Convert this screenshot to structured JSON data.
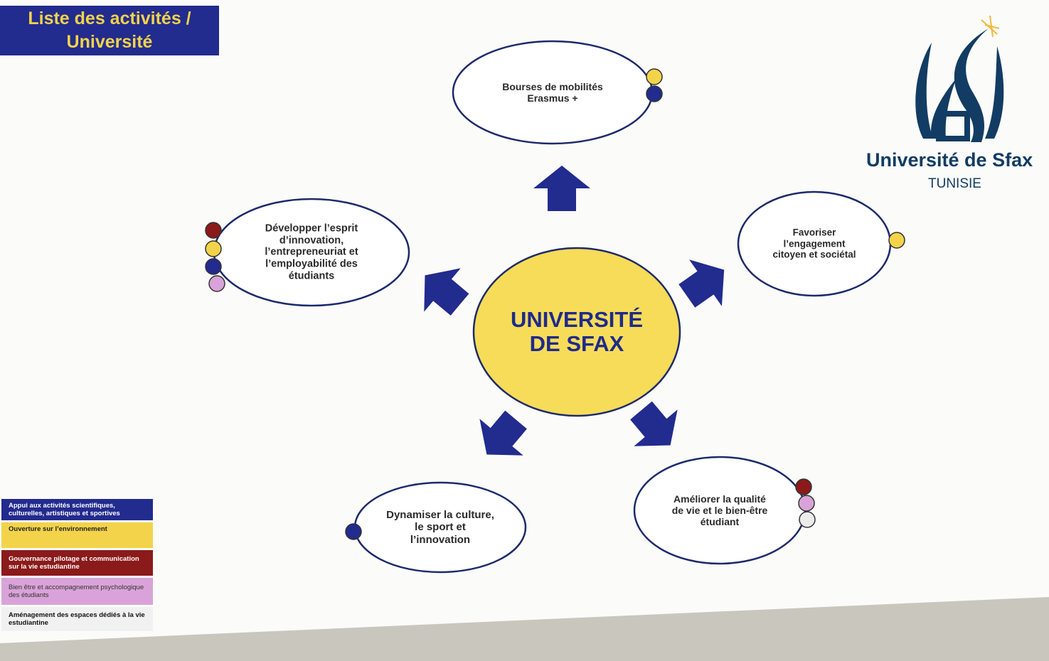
{
  "title": {
    "line1": "Liste des activités /",
    "line2": "Université"
  },
  "center": {
    "line1": "UNIVERSITÉ",
    "line2": "DE SFAX"
  },
  "logo": {
    "name": "Université de Sfax",
    "country": "TUNISIE"
  },
  "colors": {
    "blue": "#222b8e",
    "yellow": "#f3d34a",
    "red": "#8b1a1a",
    "pink": "#d9a3d9",
    "white": "#ececec",
    "center_fill": "#f7dc5a"
  },
  "activities": [
    {
      "id": "top",
      "lines": [
        "Bourses de mobilités",
        "Erasmus +"
      ],
      "dots": [
        "yellow",
        "blue"
      ]
    },
    {
      "id": "left",
      "lines": [
        "Développer l’esprit",
        "d’innovation,",
        "l’entrepreneuriat et",
        "l’employabilité des",
        "étudiants"
      ],
      "dots": [
        "red",
        "yellow",
        "blue",
        "pink"
      ]
    },
    {
      "id": "right",
      "lines": [
        "Favoriser",
        "l’engagement",
        "citoyen et sociétal"
      ],
      "dots": [
        "yellow"
      ]
    },
    {
      "id": "bottom-left",
      "lines": [
        "Dynamiser la culture,",
        "le sport et",
        "l’innovation"
      ],
      "dots": [
        "blue"
      ]
    },
    {
      "id": "bottom-right",
      "lines": [
        "Améliorer la qualité",
        "de vie et le bien-être",
        "étudiant"
      ],
      "dots": [
        "red",
        "pink",
        "white"
      ]
    }
  ],
  "legend": [
    {
      "label": "Appui aux activités scientifiques, culturelles, artistiques et sportives",
      "color": "blue"
    },
    {
      "label": "Ouverture sur l’environnement",
      "color": "yellow"
    },
    {
      "label": "Gouvernance pilotage et communication sur la vie estudiantine",
      "color": "red"
    },
    {
      "label": "Bien être et accompagnement psychologique des étudiants",
      "color": "pink"
    },
    {
      "label": "Aménagement des espaces dédiés à la vie estudiantine",
      "color": "white"
    }
  ]
}
